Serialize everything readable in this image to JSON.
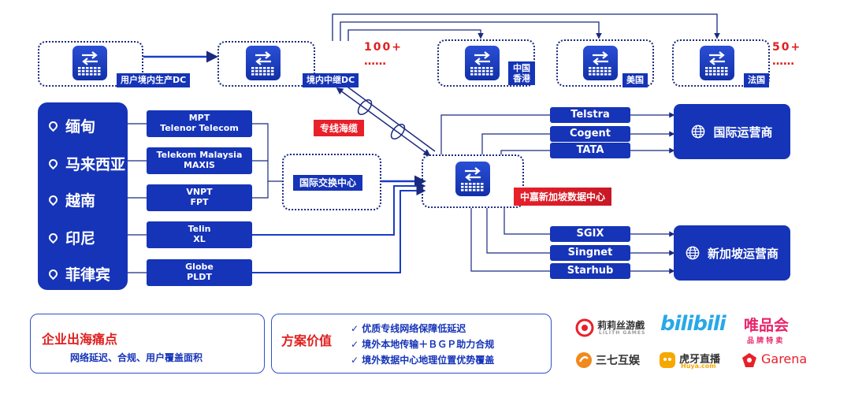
{
  "dcs": {
    "prod": "用户境内生产DC",
    "relay": "境内中继DC",
    "hk": "中国\n香港",
    "us": "美国",
    "fr": "法国",
    "count_left": "100+",
    "count_right": "50+",
    "dots": "……"
  },
  "countries": [
    "缅甸",
    "马来西亚",
    "越南",
    "印尼",
    "菲律宾"
  ],
  "telcos": [
    [
      "MPT",
      "Telenor Telecom"
    ],
    [
      "Telekom Malaysia",
      "MAXIS"
    ],
    [
      "VNPT",
      "FPT"
    ],
    [
      "Telin",
      "XL"
    ],
    [
      "Globe",
      "PLDT"
    ]
  ],
  "ix_label": "国际交换中心",
  "cable_label": "专线海缆",
  "hub_label": "中嘉新加坡数据中心",
  "intl_isps": [
    "Telstra",
    "Cogent",
    "TATA"
  ],
  "sg_isps": [
    "SGIX",
    "Singnet",
    "Starhub"
  ],
  "intl_carrier": "国际运营商",
  "sg_carrier": "新加坡运营商",
  "pain": {
    "title": "企业出海痛点",
    "text": "网络延迟、合规、用户覆盖面积"
  },
  "value": {
    "title": "方案价值",
    "items": [
      "✓ 优质专线网络保障低延迟",
      "✓ 境外本地传输＋ＢＧＰ助力合规",
      "✓ 境外数据中心地理位置优势覆盖"
    ]
  },
  "logos": {
    "lilith": "莉莉丝游戲",
    "lilith_sub": "LILITH GAMES",
    "bilibili": "bilibili",
    "vip": "唯品会",
    "vip_sub": "品 牌 特 卖",
    "sanqi": "三七互娱",
    "huya": "虎牙直播",
    "huya_sub": "Huya.com",
    "garena": "Garena"
  },
  "colors": {
    "brand": "#1634b8",
    "accent": "#e8202a",
    "line": "#1a2a80"
  }
}
